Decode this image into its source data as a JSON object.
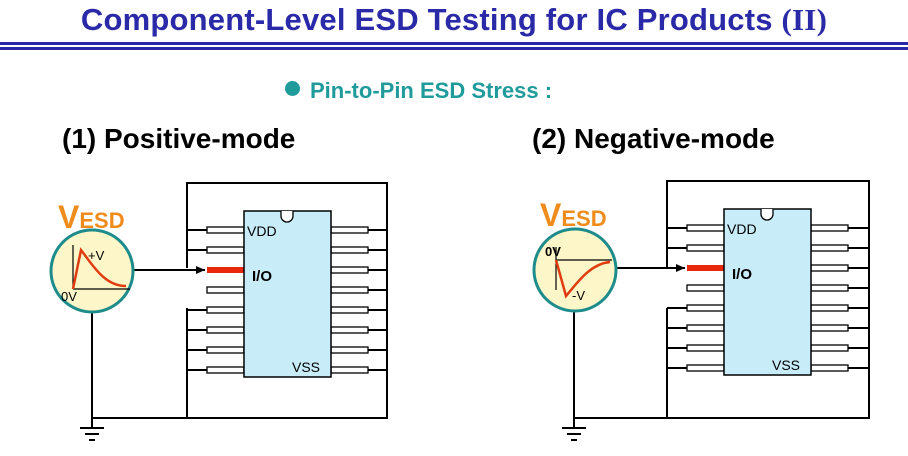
{
  "title": "Component-Level ESD Testing for IC Products",
  "title_roman": "II",
  "subtitle": "Pin-to-Pin ESD Stress :",
  "panels": [
    {
      "heading": "(1) Positive-mode",
      "vesd_main": "V",
      "vesd_sub": "ESD",
      "pulse_high_label": "+V",
      "pulse_zero_label": "0V",
      "vdd_label": "VDD",
      "io_label": "I/O",
      "vss_label": "VSS"
    },
    {
      "heading": "(2) Negative-mode",
      "vesd_main": "V",
      "vesd_sub": "ESD",
      "pulse_zero_label": "0V",
      "pulse_low_label": "-V",
      "vdd_label": "VDD",
      "io_label": "I/O",
      "vss_label": "VSS"
    }
  ],
  "colors": {
    "title": "#2a2aa8",
    "subtitle": "#1f9b9b",
    "vesd": "#f08c1c",
    "source_fill": "#fdf6c8",
    "source_ring": "#1f8c8c",
    "pulse": "#e03c10",
    "chip_fill": "#c8ecf8",
    "io_pin": "#e8280a"
  }
}
